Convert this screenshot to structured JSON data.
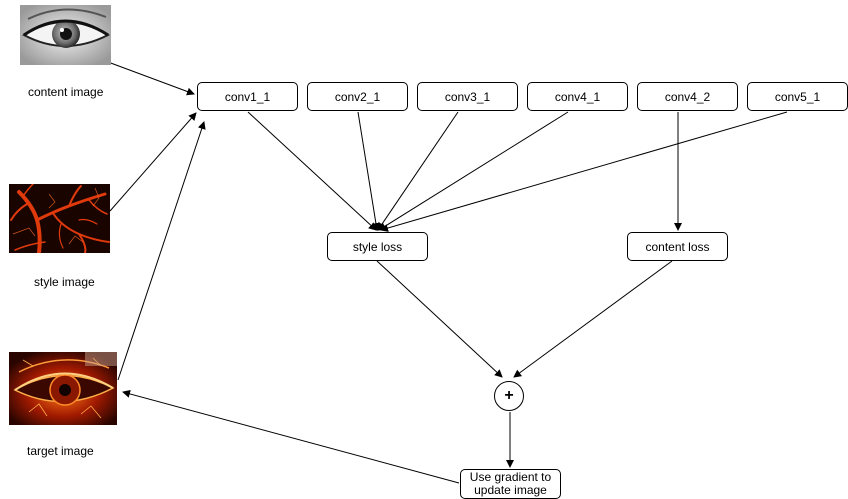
{
  "inputs": {
    "content_label": "content image",
    "style_label": "style image",
    "target_label": "target image"
  },
  "layers": [
    "conv1_1",
    "conv2_1",
    "conv3_1",
    "conv4_1",
    "conv4_2",
    "conv5_1"
  ],
  "losses": {
    "style": "style loss",
    "content": "content loss"
  },
  "combine_symbol": "+",
  "update": {
    "line1": "Use gradient to",
    "line2": "update image"
  },
  "colors": {
    "stroke": "#000000",
    "style_image_dark": "#1a0400",
    "style_image_bright": "#e03a0c",
    "target_image_dark": "#2a0500",
    "target_image_bright": "#ff7a1a"
  }
}
